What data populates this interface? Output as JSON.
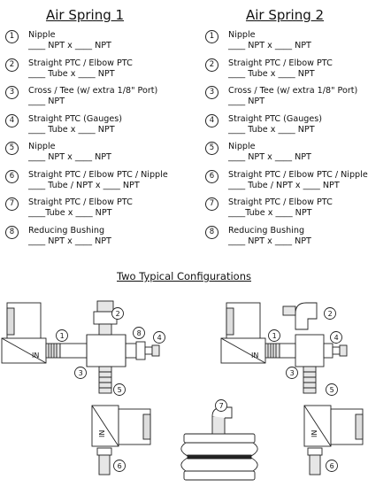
{
  "spring1": {
    "title": "Air Spring 1",
    "items": [
      {
        "num": "1",
        "name": "Nipple",
        "blank": "____ NPT x ____ NPT"
      },
      {
        "num": "2",
        "name": "Straight PTC / Elbow PTC",
        "blank": "____ Tube x ____ NPT"
      },
      {
        "num": "3",
        "name": "Cross / Tee (w/ extra 1/8\" Port)",
        "blank": "____ NPT"
      },
      {
        "num": "4",
        "name": "Straight PTC (Gauges)",
        "blank": "____ Tube x ____ NPT"
      },
      {
        "num": "5",
        "name": "Nipple",
        "blank": "____ NPT x ____ NPT"
      },
      {
        "num": "6",
        "name": "Straight PTC / Elbow PTC / Nipple",
        "blank": "____ Tube / NPT x ____ NPT"
      },
      {
        "num": "7",
        "name": "Straight PTC / Elbow PTC",
        "blank": "____Tube x ____ NPT"
      },
      {
        "num": "8",
        "name": "Reducing Bushing",
        "blank": "____ NPT x ____ NPT"
      }
    ]
  },
  "spring2": {
    "title": "Air Spring 2",
    "items": [
      {
        "num": "1",
        "name": "Nipple",
        "blank": "____ NPT x ____ NPT"
      },
      {
        "num": "2",
        "name": "Straight PTC / Elbow PTC",
        "blank": "____ Tube x ____ NPT"
      },
      {
        "num": "3",
        "name": "Cross / Tee (w/ extra 1/8\" Port)",
        "blank": "____ NPT"
      },
      {
        "num": "4",
        "name": "Straight PTC (Gauges)",
        "blank": "____ Tube x ____ NPT"
      },
      {
        "num": "5",
        "name": "Nipple",
        "blank": "____ NPT x ____ NPT"
      },
      {
        "num": "6",
        "name": "Straight PTC / Elbow PTC / Nipple",
        "blank": "____ Tube / NPT x ____ NPT"
      },
      {
        "num": "7",
        "name": "Straight PTC / Elbow PTC",
        "blank": "____Tube x ____ NPT"
      },
      {
        "num": "8",
        "name": "Reducing Bushing",
        "blank": "____ NPT x ____ NPT"
      }
    ]
  },
  "configurations": {
    "title": "Two Typical Configurations",
    "valve_label": "IN",
    "callouts_left": [
      "1",
      "2",
      "3",
      "4",
      "5",
      "6",
      "8"
    ],
    "callouts_right": [
      "1",
      "2",
      "3",
      "4",
      "5",
      "6",
      "7"
    ]
  }
}
